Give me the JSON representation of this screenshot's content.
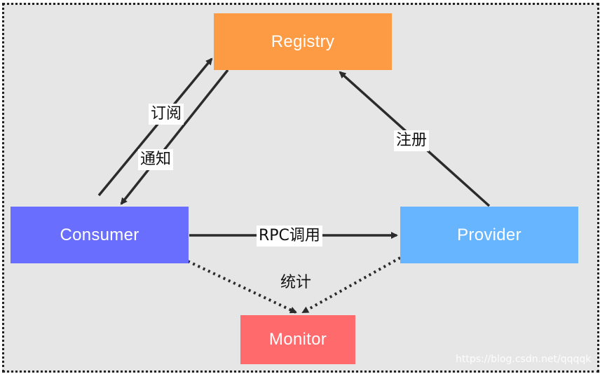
{
  "nodes": {
    "registry": {
      "label": "Registry",
      "color": "#fd9b45"
    },
    "consumer": {
      "label": "Consumer",
      "color": "#6a6eff"
    },
    "provider": {
      "label": "Provider",
      "color": "#68b5ff"
    },
    "monitor": {
      "label": "Monitor",
      "color": "#ff6a6c"
    }
  },
  "edges": {
    "subscribe": "订阅",
    "notify": "通知",
    "register": "注册",
    "rpc_call": "RPC调用",
    "statistics": "统计"
  },
  "colors": {
    "background": "#e6e6e6",
    "frame_border": "#222222",
    "arrow": "#2b2b2b"
  },
  "watermark": "https://blog.csdn.net/qqqqk"
}
